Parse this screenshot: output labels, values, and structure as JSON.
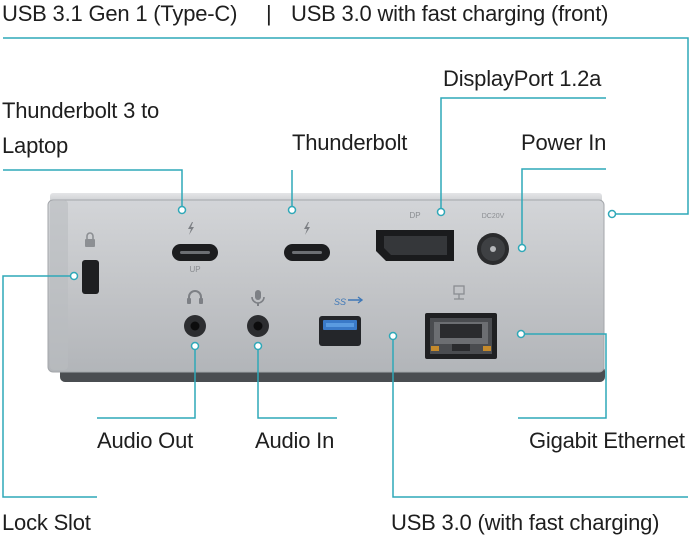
{
  "labels": {
    "top_left": "USB 3.1 Gen 1 (Type-C)",
    "top_sep": "|",
    "top_right": "USB 3.0 with fast charging (front)",
    "displayport": "DisplayPort 1.2a",
    "thunderbolt_laptop_1": "Thunderbolt 3 to",
    "thunderbolt_laptop_2": "Laptop",
    "thunderbolt": "Thunderbolt",
    "power_in": "Power In",
    "audio_out": "Audio Out",
    "audio_in": "Audio In",
    "gigabit_ethernet": "Gigabit Ethernet",
    "lock_slot": "Lock Slot",
    "usb30": "USB 3.0 (with fast charging)"
  },
  "device_text": {
    "up": "UP",
    "dp": "DP",
    "dc_in": "DC20V",
    "usb_ss": "SS"
  },
  "colors": {
    "leader": "#2fa8b8",
    "body": "#c6c8cb",
    "body_dark": "#9a9da1",
    "base": "#4a4d51"
  }
}
